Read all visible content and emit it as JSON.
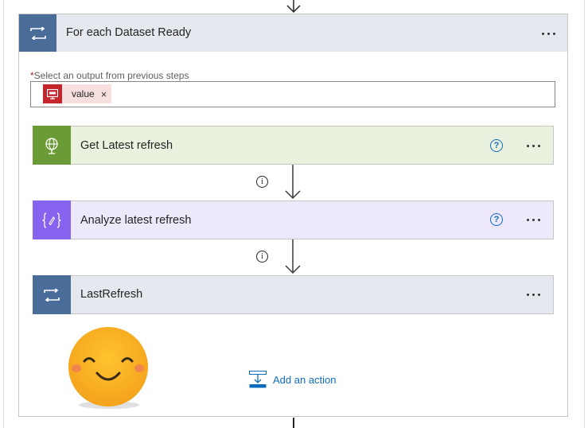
{
  "foreach": {
    "title": "For each Dataset Ready",
    "icon": "loop-icon",
    "color": "#4a6c99",
    "field_required_mark": "*",
    "field_label": "Select an output from previous steps",
    "token": {
      "label": "value",
      "remove": "×",
      "icon": "sql-icon",
      "color": "#c4262e"
    }
  },
  "steps": [
    {
      "title": "Get Latest refresh",
      "icon": "globe-icon",
      "color": "#6b9b37",
      "bg": "#e9f1df"
    },
    {
      "title": "Analyze latest refresh",
      "icon": "braces-icon",
      "color": "#8764f0",
      "bg": "#ede8fa"
    },
    {
      "title": "LastRefresh",
      "icon": "loop-icon",
      "color": "#4a6c99",
      "bg": "#e5e8ee"
    }
  ],
  "connector_info_symbol": "i",
  "help_symbol": "?",
  "add_action": {
    "label": "Add an action"
  }
}
